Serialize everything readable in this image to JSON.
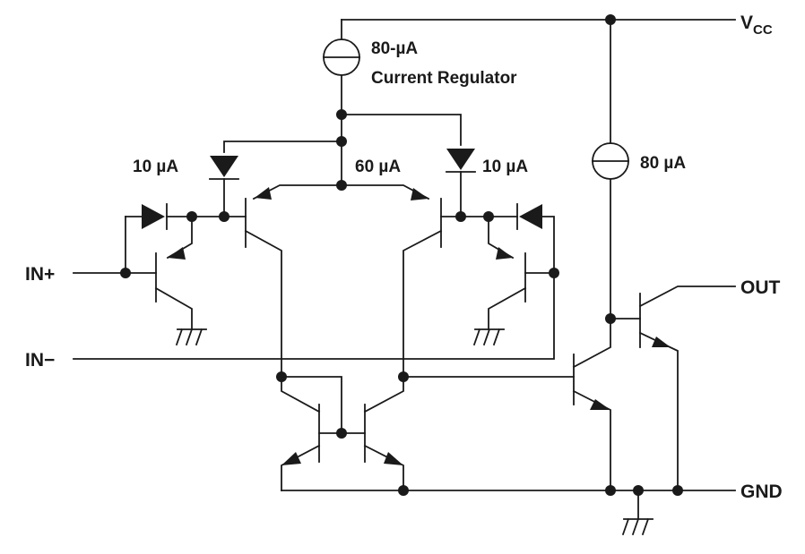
{
  "labels": {
    "vcc": "V",
    "vcc_sub": "CC",
    "in_plus": "IN+",
    "in_minus": "IN−",
    "out": "OUT",
    "gnd": "GND",
    "reg_value": "80-µA",
    "reg_name": "Current Regulator",
    "i_left": "10 µA",
    "i_mid": "60 µA",
    "i_right": "10 µA",
    "i_out": "80 µA"
  },
  "colors": {
    "ink": "#1a1a1a",
    "background": "#ffffff"
  }
}
